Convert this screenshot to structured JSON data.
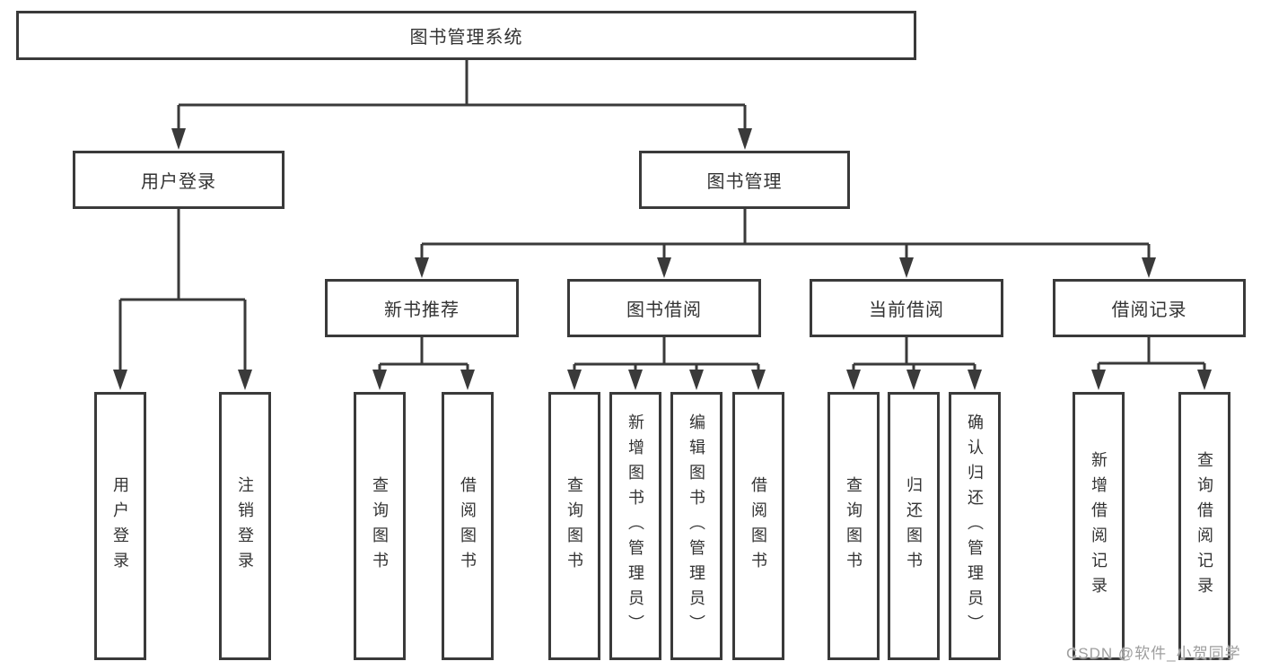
{
  "tree": {
    "label": "图书管理系统",
    "children": [
      {
        "label": "用户登录",
        "children": [
          {
            "label": "用户登录"
          },
          {
            "label": "注销登录"
          }
        ]
      },
      {
        "label": "图书管理",
        "children": [
          {
            "label": "新书推荐",
            "children": [
              {
                "label": "查询图书"
              },
              {
                "label": "借阅图书"
              }
            ]
          },
          {
            "label": "图书借阅",
            "children": [
              {
                "label": "查询图书"
              },
              {
                "label": "新增图书（管理员）"
              },
              {
                "label": "编辑图书（管理员）"
              },
              {
                "label": "借阅图书"
              }
            ]
          },
          {
            "label": "当前借阅",
            "children": [
              {
                "label": "查询图书"
              },
              {
                "label": "归还图书"
              },
              {
                "label": "确认归还（管理员）"
              }
            ]
          },
          {
            "label": "借阅记录",
            "children": [
              {
                "label": "新增借阅记录"
              },
              {
                "label": "查询借阅记录"
              }
            ]
          }
        ]
      }
    ]
  },
  "watermark": {
    "text": "CSDN @软件_小贺同学"
  },
  "colors": {
    "line": "#3a3a3a",
    "node_border": "#3a3a3a",
    "node_text": "#333333",
    "watermark_text": "#9e9e9e",
    "background": "#ffffff"
  }
}
